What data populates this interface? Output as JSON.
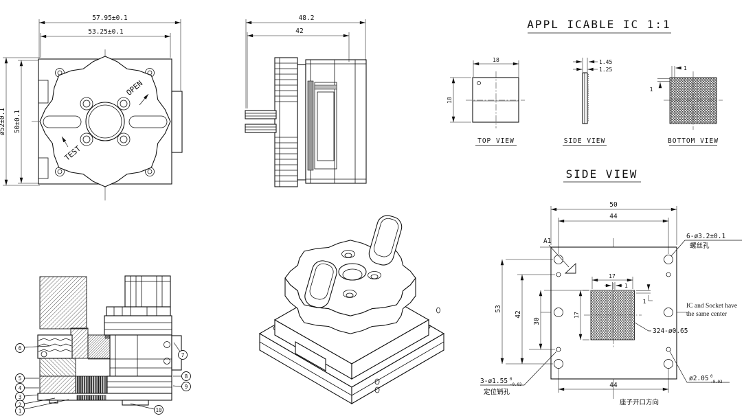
{
  "views": {
    "socket_top": {
      "dim_outer_width": "57.95±0.1",
      "dim_inner_width": "53.25±0.1",
      "dim_cam_diameter": "ø52±0.1",
      "dim_inner_height": "50±0.1",
      "open_label": "OPEN",
      "test_label": "TEST"
    },
    "socket_side": {
      "dim_outer_width": "48.2",
      "dim_inner_width": "42"
    },
    "applicable_ic": {
      "title": "APPL ICABLE IC 1:1",
      "top_view": {
        "label": "TOP VIEW",
        "dim_width": "18",
        "dim_height": "18"
      },
      "side_view": {
        "label": "SIDE VIEW",
        "dim_overall": "1.45",
        "dim_body": "1.25"
      },
      "bottom_view": {
        "label": "BOTTOM VIEW",
        "dim_pitch_x": "1",
        "dim_pitch_y": "1"
      }
    },
    "side_view_title": "SIDE VIEW",
    "footprint": {
      "dim_body_width": "50",
      "dim_screw_span_top": "44",
      "dim_screw_span_vert": "53",
      "dim_pin_span_vert": "42",
      "dim_30": "30",
      "dim_grid_width": "17",
      "dim_grid_height": "17",
      "dim_pitch_x": "1",
      "dim_pitch_y": "1",
      "dim_screw_span_bottom": "44",
      "a1_label": "A1",
      "screw_callout": "6-ø3.2±0.1",
      "screw_callout_cn": "螺丝孔",
      "center_note_line1": "IC and Socket have",
      "center_note_line2": "the same center",
      "ball_callout": "324-ø0.65",
      "pin_callout": "3-ø1.55",
      "pin_tol_upper": "0",
      "pin_tol_lower": "-0.03",
      "pin_callout_cn": "定位销孔",
      "hole_callout": "ø2.05",
      "hole_tol_upper": "0",
      "hole_tol_lower": "-0.03",
      "opening_note_cn": "座子开口方向"
    },
    "section": {
      "balloons": [
        "1",
        "2",
        "3",
        "4",
        "5",
        "6",
        "7",
        "8",
        "9",
        "10"
      ]
    }
  }
}
